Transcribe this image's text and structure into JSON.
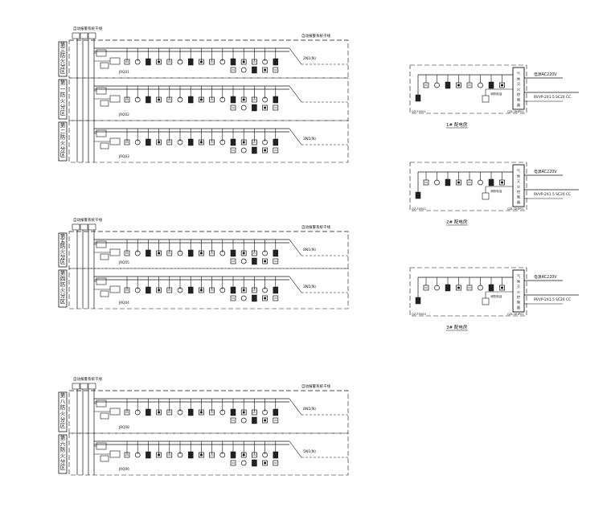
{
  "left_sheets": [
    {
      "header_left": "自动报警系统干线",
      "header_right": "自动报警系统干线",
      "zones": [
        {
          "label": [
            "第",
            "三",
            "防",
            "火",
            "分",
            "区"
          ],
          "loop_label": "2N1(N)",
          "device_code": "JRQ01"
        },
        {
          "label": [
            "第",
            "一",
            "防",
            "火",
            "分",
            "区"
          ],
          "loop_label": "",
          "device_code": "JRQ02"
        },
        {
          "label": [
            "第",
            "二",
            "防",
            "火",
            "分",
            "区"
          ],
          "loop_label": "3N1(N)",
          "device_code": "JRQ03"
        }
      ]
    },
    {
      "header_left": "自动报警系统干线",
      "header_right": "自动报警系统干线",
      "zones": [
        {
          "label": [
            "第",
            "五",
            "防",
            "火",
            "分",
            "区"
          ],
          "loop_label": "8N1(N)",
          "device_code": "JRQ05"
        },
        {
          "label": [
            "第",
            "四",
            "防",
            "火",
            "分",
            "区"
          ],
          "loop_label": "3N1(N)",
          "device_code": "JRQ04"
        }
      ]
    },
    {
      "header_left": "自动报警系统干线",
      "header_right": "自动报警系统干线",
      "zones": [
        {
          "label": [
            "第",
            "八",
            "防",
            "火",
            "分",
            "区"
          ],
          "loop_label": "8N1(N)",
          "device_code": "JRQ08"
        },
        {
          "label": [
            "第",
            "六",
            "防",
            "火",
            "分",
            "区"
          ],
          "loop_label": "5N1(N)",
          "device_code": "JRQ06"
        }
      ]
    }
  ],
  "rooms": [
    {
      "title": "1# 配电房",
      "power_label": "电源AC220V",
      "cable_label": "RVVP-2X1.5  SC20  CC",
      "signal_label": "消防电话",
      "panel_text": [
        "气",
        "体",
        "灭",
        "火",
        "控",
        "制",
        "器"
      ],
      "panel_code": "QZL-DHP01",
      "left_code": "QZ-F0501"
    },
    {
      "title": "2# 配电房",
      "power_label": "电源AC220V",
      "cable_label": "RVVP-2X1.5  SC20  CC",
      "signal_label": "消防电话",
      "panel_text": [
        "气",
        "体",
        "灭",
        "火",
        "控",
        "制",
        "器"
      ],
      "panel_code": "QZL-DHP01",
      "left_code": "QZ-F0502"
    },
    {
      "title": "3# 配电房",
      "power_label": "电源AC220V",
      "cable_label": "RVVP-2X1.5  SC20  CC",
      "signal_label": "消防电话",
      "panel_text": [
        "气",
        "体",
        "灭",
        "火",
        "控",
        "制",
        "器"
      ],
      "panel_code": "QZL-DHP01",
      "left_code": "QZ-F0503"
    }
  ]
}
